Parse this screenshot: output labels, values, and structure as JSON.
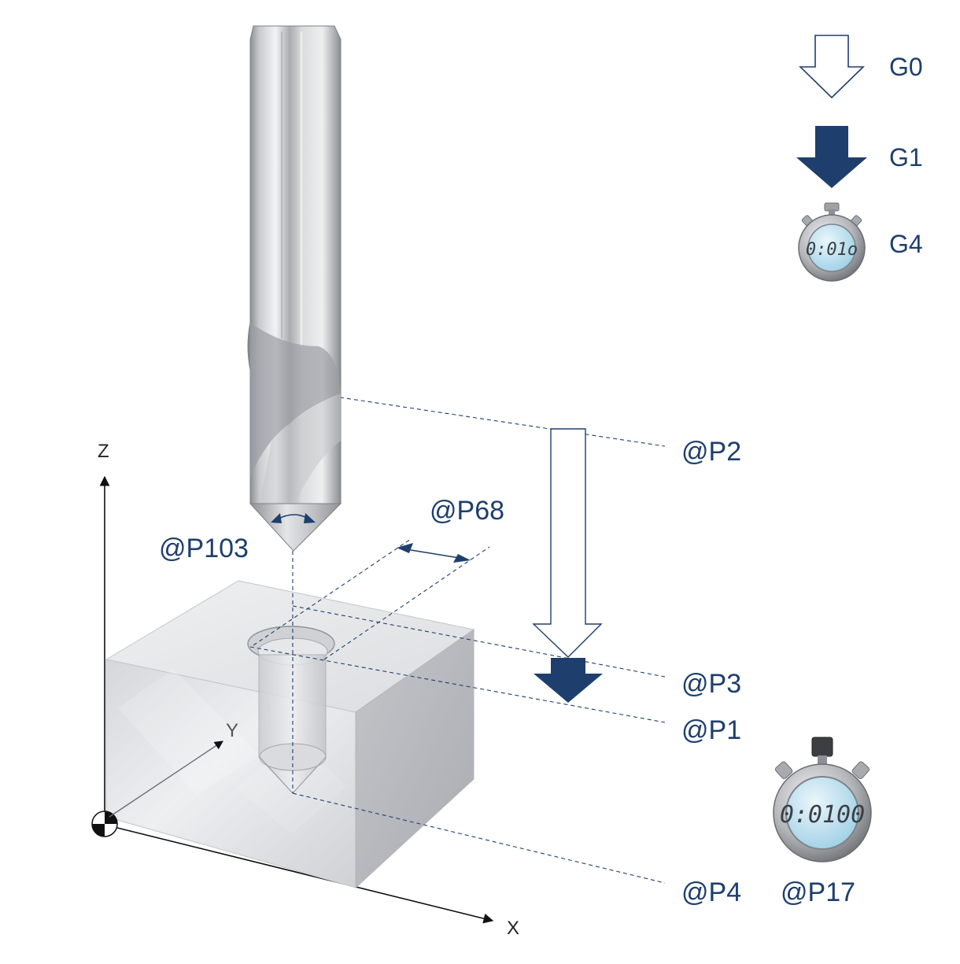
{
  "legend": {
    "rapid_label": "G0",
    "feed_label": "G1",
    "dwell_label": "G4",
    "dwell_display": "0:01o"
  },
  "axes": {
    "x": "X",
    "y": "Y",
    "z": "Z"
  },
  "params": {
    "p2": "@P2",
    "p3": "@P3",
    "p1": "@P1",
    "p4": "@P4",
    "p17": "@P17",
    "p68": "@P68",
    "p103": "@P103"
  },
  "dwell_timer_display": "0:0100",
  "icons": {
    "stopwatch": "stopwatch-icon",
    "rapid_arrow": "rapid-traverse-arrow-icon",
    "feed_arrow": "feed-arrow-icon",
    "origin": "workpiece-origin-icon"
  },
  "colors": {
    "accent": "#1e3f6e",
    "stock_front": "#e3e4e7",
    "stock_side": "#c9cbcf",
    "stock_top": "#f0f1f2"
  }
}
